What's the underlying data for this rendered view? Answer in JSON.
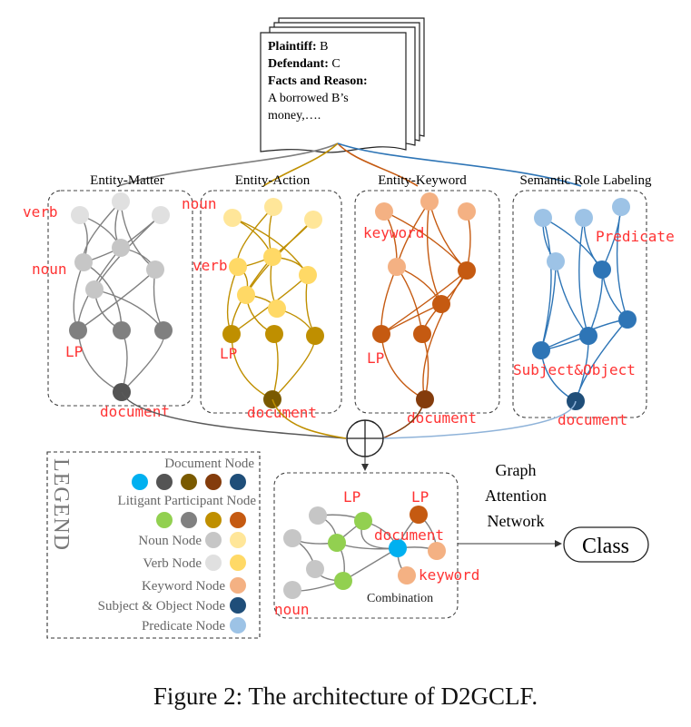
{
  "document": {
    "lines": [
      {
        "bold": "Plaintiff:",
        "text": " B"
      },
      {
        "bold": "Defendant:",
        "text": " C"
      },
      {
        "bold": "Facts and Reason:",
        "text": ""
      },
      {
        "bold": "",
        "text": "A borrowed B’s"
      },
      {
        "bold": "",
        "text": "money,…."
      }
    ]
  },
  "panels": {
    "matter": {
      "title": "Entity-Matter",
      "labels": {
        "verb": "verb",
        "noun": "noun",
        "lp": "LP",
        "document": "document"
      }
    },
    "action": {
      "title": "Entity-Action",
      "labels": {
        "noun": "noun",
        "verb": "verb",
        "lp": "LP",
        "document": "document"
      }
    },
    "keyword": {
      "title": "Entity-Keyword",
      "labels": {
        "keyword": "keyword",
        "lp": "LP",
        "document": "document"
      }
    },
    "srl": {
      "title": "Semantic Role Labeling",
      "labels": {
        "predicate": "Predicate",
        "subject_object": "Subject&Object",
        "document": "document"
      }
    }
  },
  "legend": {
    "title": "LEGEND",
    "items": {
      "document": "Document Node",
      "litigant": "Litigant Participant Node",
      "noun": "Noun Node",
      "verb": "Verb Node",
      "keyword": "Keyword Node",
      "subject_object": "Subject & Object Node",
      "predicate": "Predicate Node"
    }
  },
  "combination": {
    "title": "Combination",
    "labels": {
      "lp1": "LP",
      "lp2": "LP",
      "document": "document",
      "keyword": "keyword",
      "noun": "noun"
    }
  },
  "gat": {
    "lines": [
      "Graph",
      "Attention",
      "Network"
    ]
  },
  "output": {
    "label": "Class"
  },
  "caption": "Figure 2: The architecture of D2GCLF.",
  "colors": {
    "gray_dark": "#545454",
    "gray_mid": "#808080",
    "gray_light": "#c6c6c6",
    "gray_pale": "#e0e0e0",
    "gold_dark": "#7a5a00",
    "gold_mid": "#bf8f00",
    "gold_light": "#ffd966",
    "gold_pale": "#ffe699",
    "orange_dark": "#843c0c",
    "orange_mid": "#c55a11",
    "orange_light": "#f4b183",
    "blue_dark": "#1f4e79",
    "blue_mid": "#2e75b6",
    "blue_light": "#9dc3e6",
    "doc_cyan": "#00b0f0",
    "lp_green": "#92d050",
    "label_red": "#ff3333"
  }
}
